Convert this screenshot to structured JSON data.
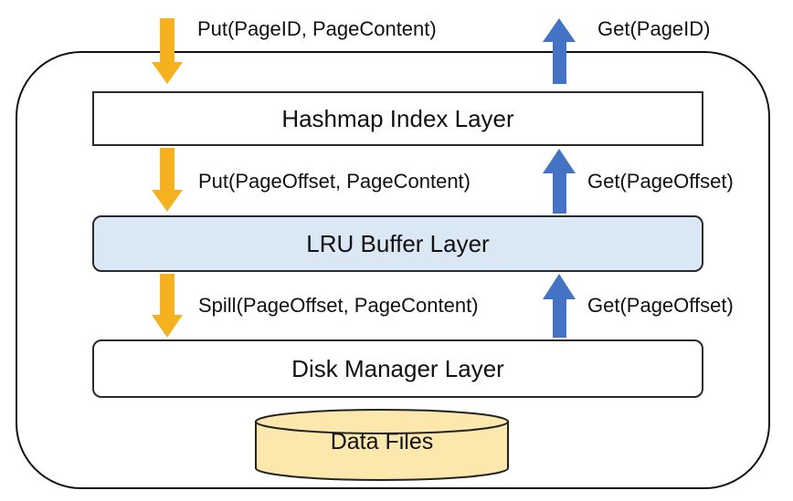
{
  "diagram": {
    "layers": {
      "hashmap": "Hashmap Index Layer",
      "lru": "LRU Buffer Layer",
      "disk": "Disk Manager Layer"
    },
    "storage": "Data Files",
    "operations": {
      "put_top": "Put(PageID, PageContent)",
      "get_top": "Get(PageID)",
      "put_middle": "Put(PageOffset, PageContent)",
      "get_middle": "Get(PageOffset)",
      "spill_bottom": "Spill(PageOffset, PageContent)",
      "get_bottom": "Get(PageOffset)"
    }
  },
  "colors": {
    "down_arrow": "#F5B21E",
    "up_arrow": "#4472C4",
    "lru_fill": "#DAE7F4",
    "cylinder_fill": "#FCE8AD"
  }
}
